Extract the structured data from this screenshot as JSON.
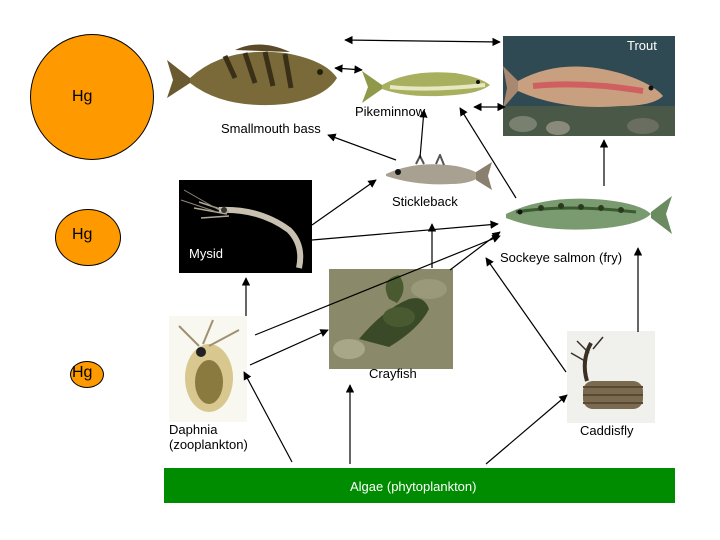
{
  "hg": {
    "label": "Hg"
  },
  "organisms": {
    "trout": "Trout",
    "pikeminnow": "Pikeminnow",
    "smallmouth_bass": "Smallmouth bass",
    "stickleback": "Stickleback",
    "mysid": "Mysid",
    "sockeye": "Sockeye salmon (fry)",
    "crayfish": "Crayfish",
    "daphnia_line1": "Daphnia",
    "daphnia_line2": "(zooplankton)",
    "caddisfly": "Caddisfly",
    "algae": "Algae (phytoplankton)"
  },
  "colors": {
    "hg_fill": "#ff9900",
    "algae_bar": "#008c00",
    "arrow": "#000000"
  },
  "icons": [
    "trout-photo",
    "bass-photo",
    "pikeminnow-photo",
    "stickleback-photo",
    "mysid-photo",
    "sockeye-photo",
    "crayfish-photo",
    "daphnia-photo",
    "caddisfly-photo"
  ]
}
